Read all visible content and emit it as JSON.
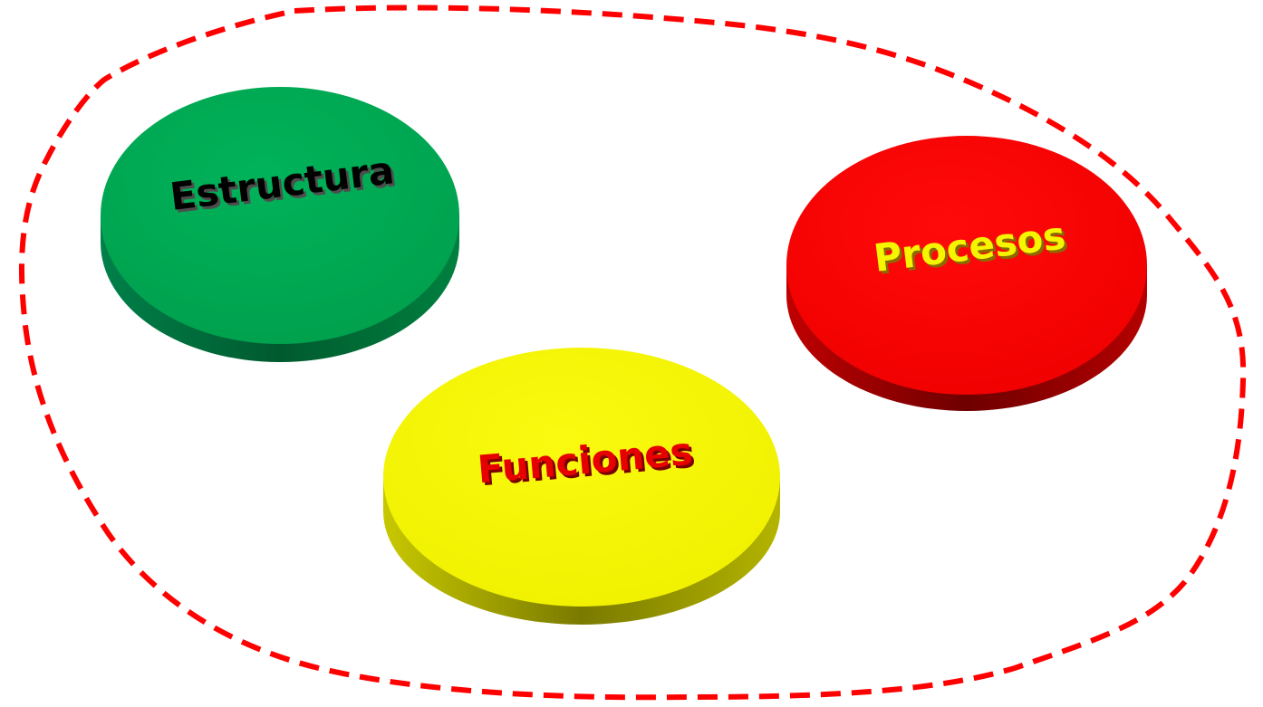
{
  "boundary": {
    "color": "#ff0000"
  },
  "discs": [
    {
      "id": "estructura",
      "label": "Estructura",
      "top_color": "#00a651",
      "side_color": "#006633",
      "text_color": "#000000",
      "text_shadow_color": "#4d4d4d"
    },
    {
      "id": "funciones",
      "label": "Funciones",
      "top_color": "#f5f500",
      "side_color": "#8c8c00",
      "text_color": "#e60000",
      "text_shadow_color": "#7a0000"
    },
    {
      "id": "procesos",
      "label": "Procesos",
      "top_color": "#f70000",
      "side_color": "#8a0000",
      "text_color": "#f5f500",
      "text_shadow_color": "#8c6a00"
    }
  ]
}
